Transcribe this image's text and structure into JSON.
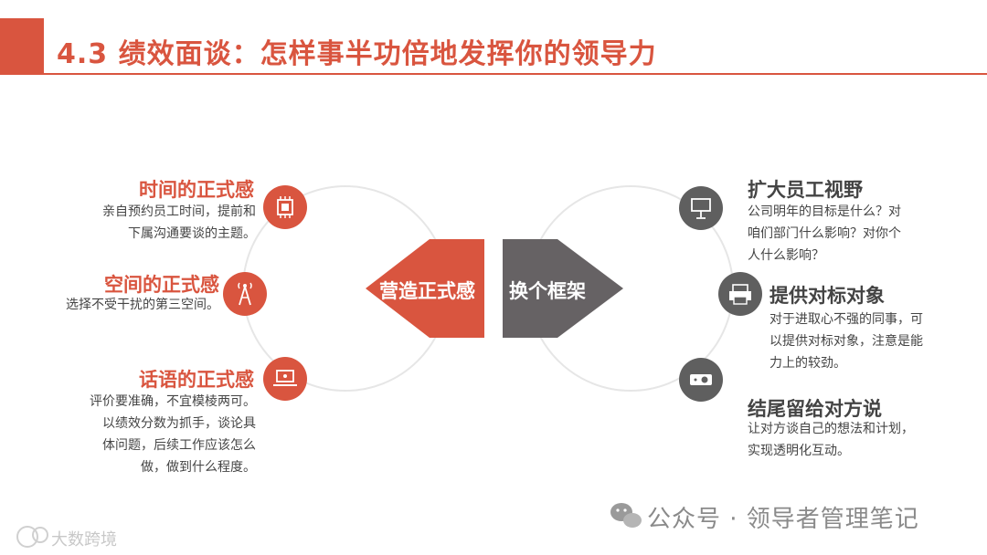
{
  "header": {
    "title": "4.3 绩效面谈：怎样事半功倍地发挥你的领导力",
    "accent_color": "#d9553f"
  },
  "left_panel": {
    "center_label": "营造正式感",
    "color": "#d9553f",
    "items": [
      {
        "title": "时间的正式感",
        "lines": [
          "亲自预约员工时间，提前和",
          "下属沟通要谈的主题。"
        ],
        "icon": "chip-icon"
      },
      {
        "title": "空间的正式感",
        "lines": [
          "选择不受干扰的第三空间。"
        ],
        "icon": "signal-tower-icon"
      },
      {
        "title": "话语的正式感",
        "lines": [
          "评价要准确，不宜模棱两可。",
          "以绩效分数为抓手，谈论具",
          "体问题，后续工作应该怎么",
          "做，做到什么程度。"
        ],
        "icon": "laptop-icon"
      }
    ]
  },
  "right_panel": {
    "center_label": "换个框架",
    "color": "#666264",
    "items": [
      {
        "title": "扩大员工视野",
        "lines": [
          "公司明年的目标是什么？对",
          "咱们部门什么影响？对你个",
          "人什么影响？"
        ],
        "icon": "presentation-board-icon"
      },
      {
        "title": "提供对标对象",
        "lines": [
          "对于进取心不强的同事，可",
          "以提供对标对象，注意是能",
          "力上的较劲。"
        ],
        "icon": "printer-icon"
      },
      {
        "title": "结尾留给对方说",
        "lines": [
          "让对方谈自己的想法和计划，",
          "实现透明化互动。"
        ],
        "icon": "projector-icon"
      }
    ]
  },
  "watermark": {
    "account": "公众号 · 领导者管理笔记",
    "corner": "大数跨境"
  }
}
